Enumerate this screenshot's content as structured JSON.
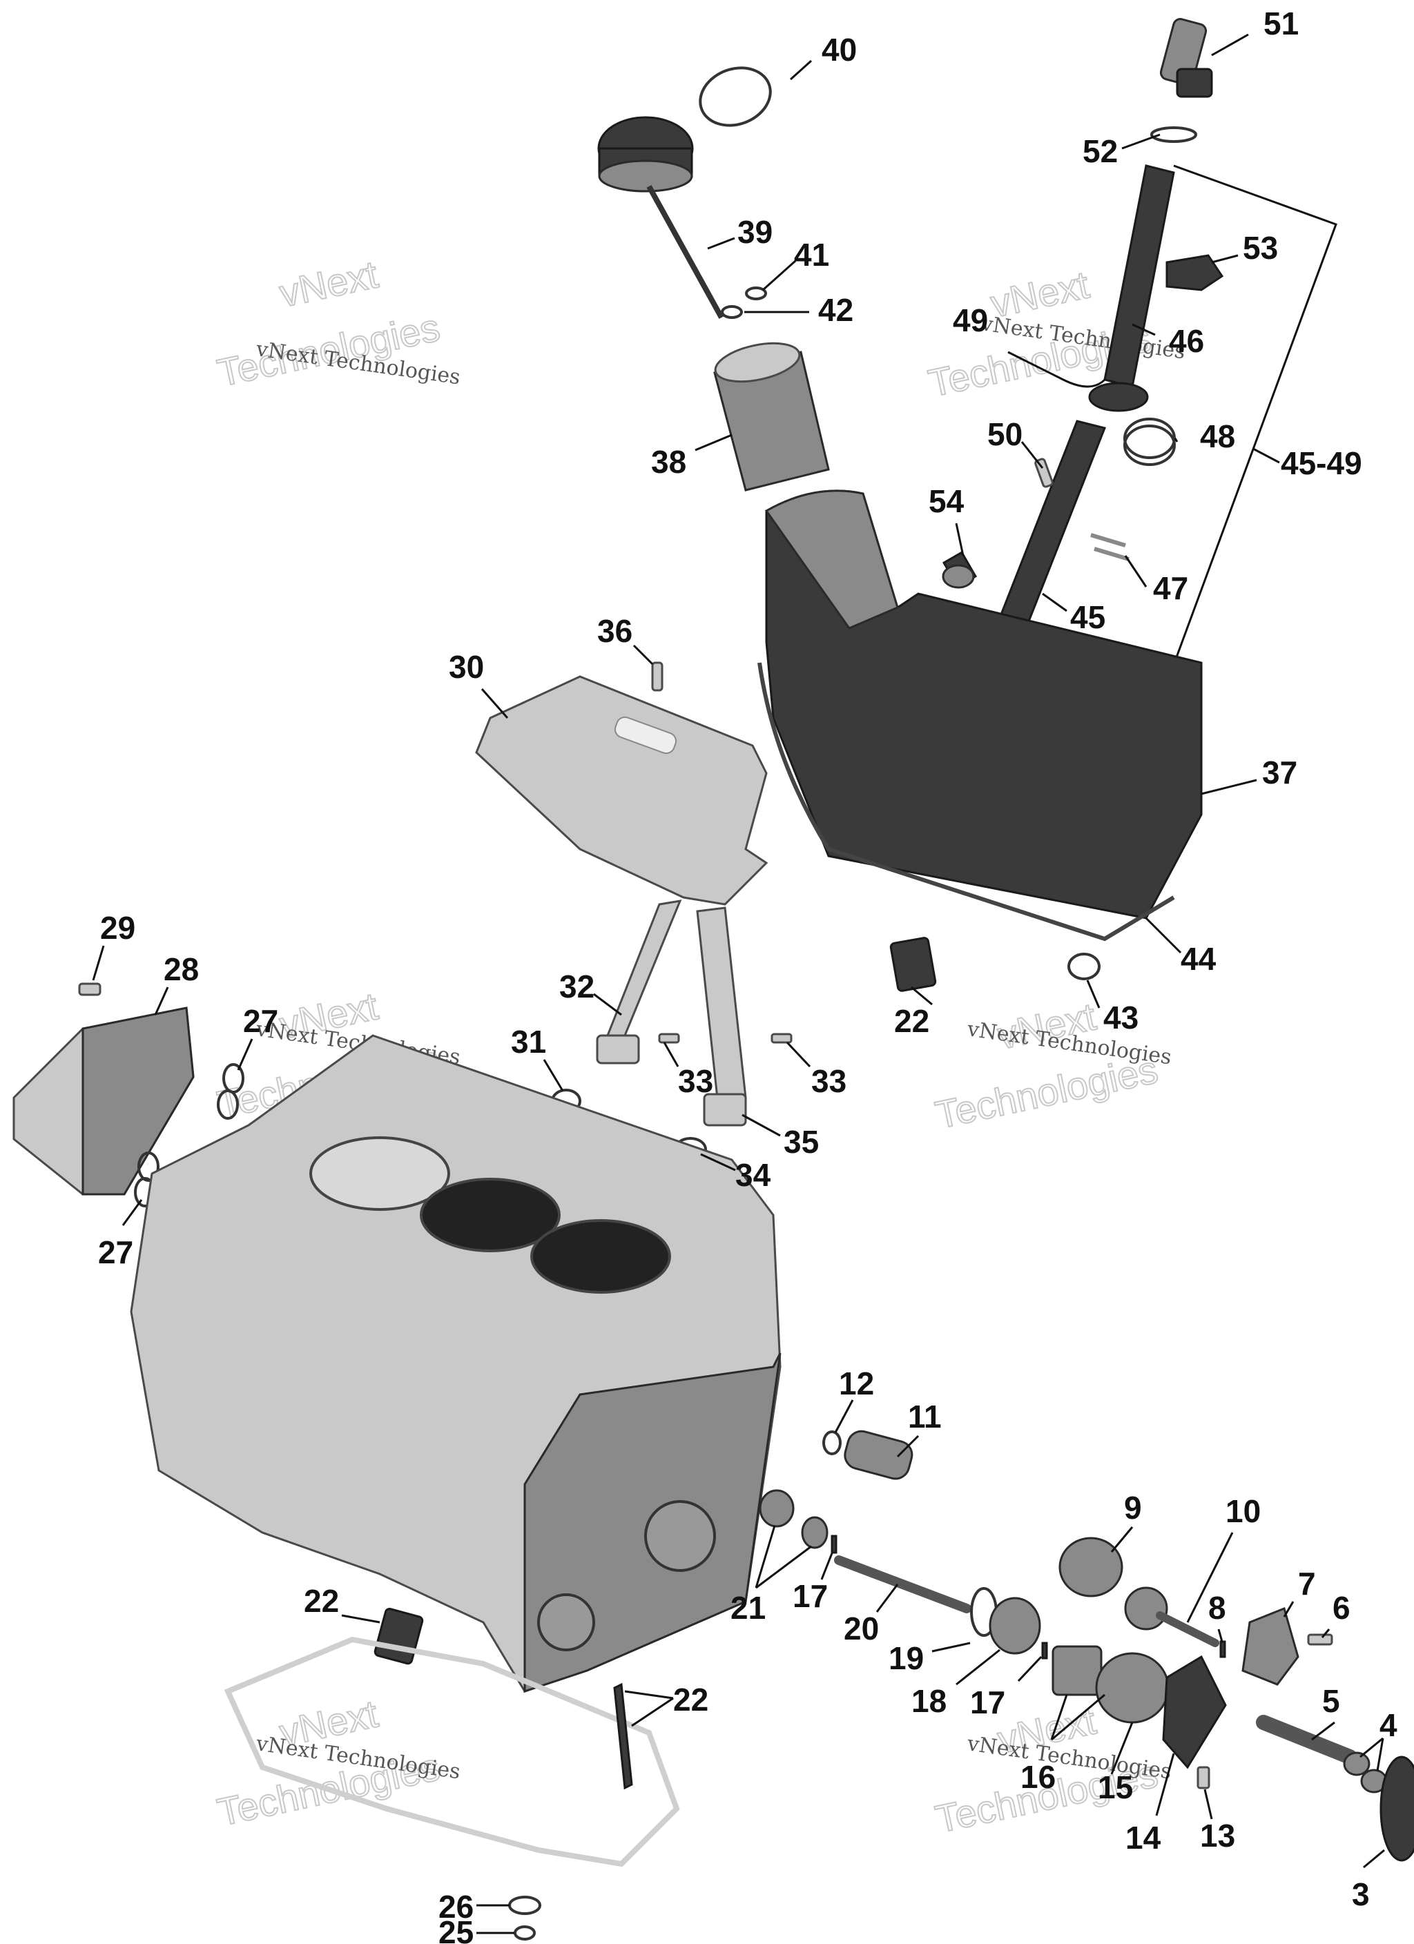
{
  "watermark": {
    "line1": "vNext Technologies",
    "big_top": "vNext",
    "big_bottom": "Technologies"
  },
  "callouts": {
    "c51": "51",
    "c40": "40",
    "c52": "52",
    "c53": "53",
    "c39": "39",
    "c41": "41",
    "c42": "42",
    "c49": "49",
    "c46": "46",
    "c38": "38",
    "c50": "50",
    "c48": "48",
    "c4549": "45-49",
    "c54": "54",
    "c47": "47",
    "c45": "45",
    "c36": "36",
    "c30": "30",
    "c37": "37",
    "c44": "44",
    "c29": "29",
    "c28": "28",
    "c27a": "27",
    "c32": "32",
    "c22a": "22",
    "c43": "43",
    "c31": "31",
    "c33a": "33",
    "c33b": "33",
    "c35": "35",
    "c34": "34",
    "c27b": "27",
    "c12": "12",
    "c11": "11",
    "c9": "9",
    "c10": "10",
    "c7": "7",
    "c8": "8",
    "c6": "6",
    "c21": "21",
    "c17a": "17",
    "c20": "20",
    "c19": "19",
    "c18": "18",
    "c17b": "17",
    "c22b": "22",
    "c22c": "22",
    "c5": "5",
    "c4": "4",
    "c16": "16",
    "c15": "15",
    "c14": "14",
    "c13": "13",
    "c3": "3",
    "c26": "26",
    "c25": "25"
  }
}
